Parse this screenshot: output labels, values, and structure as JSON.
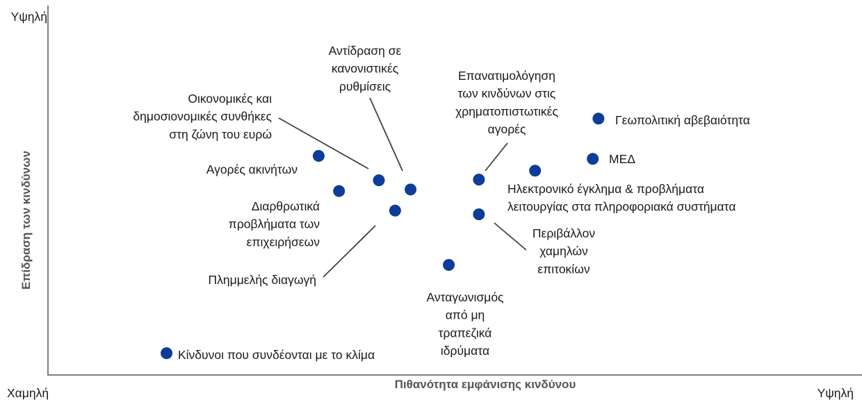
{
  "chart_data": {
    "type": "scatter",
    "title": "",
    "xlabel": "Πιθανότητα εμφάνισης κινδύνου",
    "ylabel": "Επίδραση των κινδύνων",
    "x_low_label": "Χαμηλή",
    "x_high_label": "Υψηλή",
    "y_high_label": "Υψηλή",
    "xlim": [
      0,
      100
    ],
    "ylim": [
      0,
      100
    ],
    "grid": false,
    "legend": "none",
    "marker_color": "#0d3c99",
    "points": [
      {
        "label": "Γεωπολιτική αβεβαιότητα",
        "x": 67.6,
        "y": 69.4
      },
      {
        "label": "ΜΕΔ",
        "x": 66.9,
        "y": 58.5
      },
      {
        "label": "Ηλεκτρονικό έγκλημα & προβλήματα λειτουργίας στα πληροφοριακά συστήματα",
        "x": 59.8,
        "y": 55.3
      },
      {
        "label": "Επανατιμολόγηση των κινδύνων στις χρηματοπιστωτικές αγορές",
        "x": 52.9,
        "y": 52.9
      },
      {
        "label": "Περιβάλλον χαμηλών επιτοκίων",
        "x": 52.9,
        "y": 43.5
      },
      {
        "label": "Αντίδραση σε κανονιστικές ρυθμίσεις",
        "x": 44.5,
        "y": 50.2
      },
      {
        "label": "Οικονομικές και δημοσιονομικές συνθήκες στη ζώνη του ευρώ",
        "x": 40.6,
        "y": 52.7
      },
      {
        "label": "Πλημμελής διαγωγή",
        "x": 42.6,
        "y": 44.5
      },
      {
        "label": "Αγορές ακινήτων",
        "x": 33.2,
        "y": 59.3
      },
      {
        "label": "Διαρθρωτικά προβλήματα των επιχειρήσεων",
        "x": 35.7,
        "y": 49.8
      },
      {
        "label": "Ανταγωνισμός από μη τραπεζικά ιδρύματα",
        "x": 49.2,
        "y": 29.8
      },
      {
        "label": "Κίνδυνοι που συνδέονται με το κλίμα",
        "x": 14.5,
        "y": 5.9
      }
    ]
  }
}
